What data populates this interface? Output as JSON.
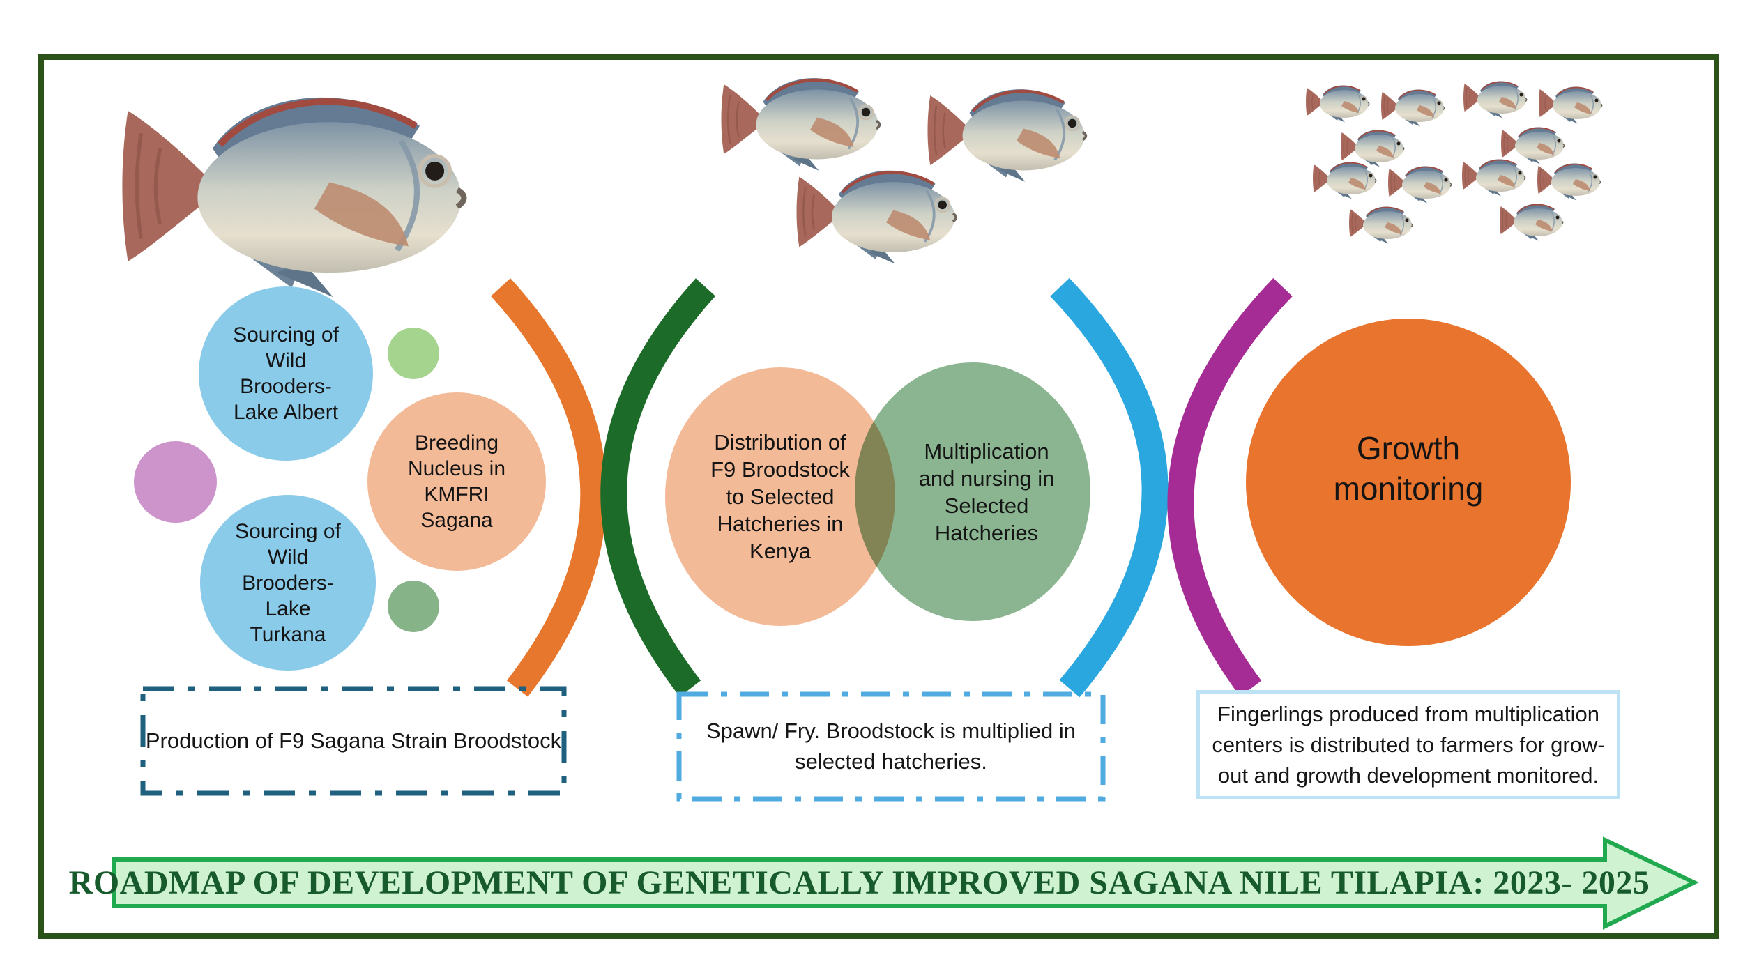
{
  "title": "Roadmap of development of genetically improved Sagana Nile Tilapia",
  "stages": {
    "sourcing": {
      "circle_lake_albert": "Sourcing of\nWild\nBrooders-\nLake Albert",
      "circle_lake_turkana": "Sourcing of\nWild\nBrooders-\nLake\nTurkana",
      "circle_breeding_nucleus": "Breeding\nNucleus in\nKMFRI\nSagana",
      "caption": "Production of F9 Sagana Strain Broodstock"
    },
    "hatcheries": {
      "venn_distribution": "Distribution of\nF9 Broodstock\nto Selected\nHatcheries in\nKenya",
      "venn_multiplication": "Multiplication\nand nursing in\nSelected\nHatcheries",
      "caption": "Spawn/ Fry. Broodstock is multiplied in\nselected hatcheries."
    },
    "growout": {
      "circle_growth": "Growth\nmonitoring",
      "caption": "Fingerlings produced from multiplication\ncenters is distributed to farmers for grow-\nout and growth development monitored."
    }
  },
  "banner": {
    "label": "ROADMAP OF DEVELOPMENT OF GENETICALLY IMPROVED SAGANA NILE TILAPIA: 2023- 2025"
  },
  "fish": {
    "icon": "tilapia-fish",
    "large_count": 1,
    "medium_count": 3,
    "small_count": 12
  },
  "colors": {
    "frame": "#2A5219",
    "light_blue_circle": "#8BCBEA",
    "purple_circle": "#CC94CB",
    "light_green_circle": "#A5D48F",
    "sage_green_circle": "#86B388",
    "peach_circle": "#F3BA98",
    "venn_green_circle": "#8AB590",
    "venn_overlap": "#8A945C",
    "growth_circle_orange": "#E8742E",
    "arc_orange": "#E8772E",
    "arc_dark_green": "#1D6B28",
    "arc_blue": "#2AA7DF",
    "arc_magenta": "#A52C95",
    "box_production_border": "#20607F",
    "box_spawn_border": "#4FABE0",
    "box_fingerlings_border": "#BDE2F3",
    "banner_fill": "#CFF3D0",
    "banner_border": "#21A94F",
    "banner_text": "#175A2C"
  }
}
